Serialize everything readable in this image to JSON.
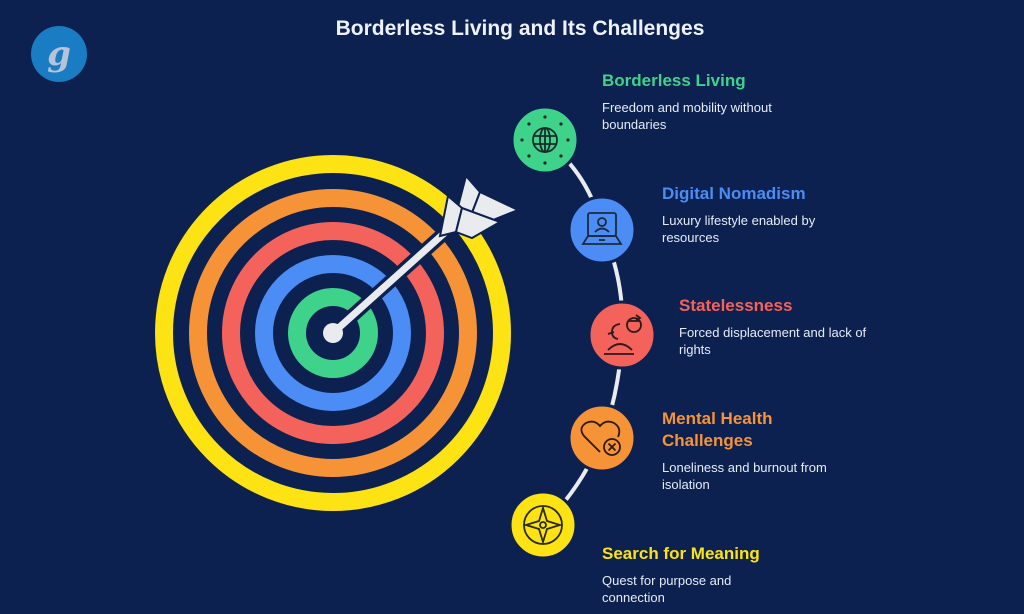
{
  "title": "Borderless Living and Its Challenges",
  "logo": {
    "glyph": "g",
    "icon": "brand-logo-icon",
    "color": "#1a7cc2"
  },
  "colors": {
    "background": "#0c2150",
    "green": "#3ed28a",
    "blue": "#4b8cf5",
    "red": "#f4625c",
    "orange": "#f79337",
    "yellow": "#fde313",
    "arrow": "#e9ebee"
  },
  "target": {
    "rings": [
      "yellow",
      "orange",
      "red",
      "blue",
      "green"
    ],
    "arrow_icon": "arrow-in-bullseye-icon"
  },
  "items": [
    {
      "title": "Borderless Living",
      "description": "Freedom and mobility without boundaries",
      "icon": "globe-icon",
      "color": "#3ed28a"
    },
    {
      "title": "Digital Nomadism",
      "description": "Luxury lifestyle enabled by resources",
      "icon": "laptop-user-icon",
      "color": "#4b8cf5"
    },
    {
      "title": "Statelessness",
      "description": "Forced displacement and lack of rights",
      "icon": "displaced-person-icon",
      "color": "#f4625c"
    },
    {
      "title": "Mental Health Challenges",
      "description": "Loneliness and burnout from isolation",
      "icon": "broken-heart-icon",
      "color": "#f79337"
    },
    {
      "title": "Search for Meaning",
      "description": "Quest for purpose and connection",
      "icon": "compass-icon",
      "color": "#fde313"
    }
  ]
}
